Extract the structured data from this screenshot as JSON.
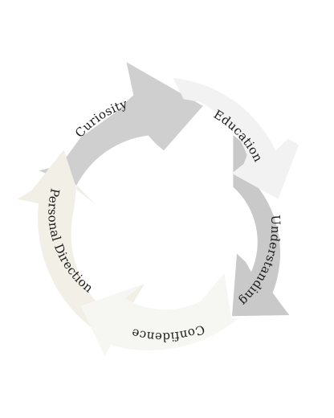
{
  "diagram": {
    "type": "cycle",
    "segments": [
      {
        "label": "Curiosity",
        "color": "#cfcfcf"
      },
      {
        "label": "Education",
        "color": "#f2f2f2"
      },
      {
        "label": "Understanding",
        "color": "#c9c9c9"
      },
      {
        "label": "Confidence",
        "color": "#f6f6f2"
      },
      {
        "label": "Personal Direction",
        "color": "#f2efe6"
      }
    ]
  }
}
